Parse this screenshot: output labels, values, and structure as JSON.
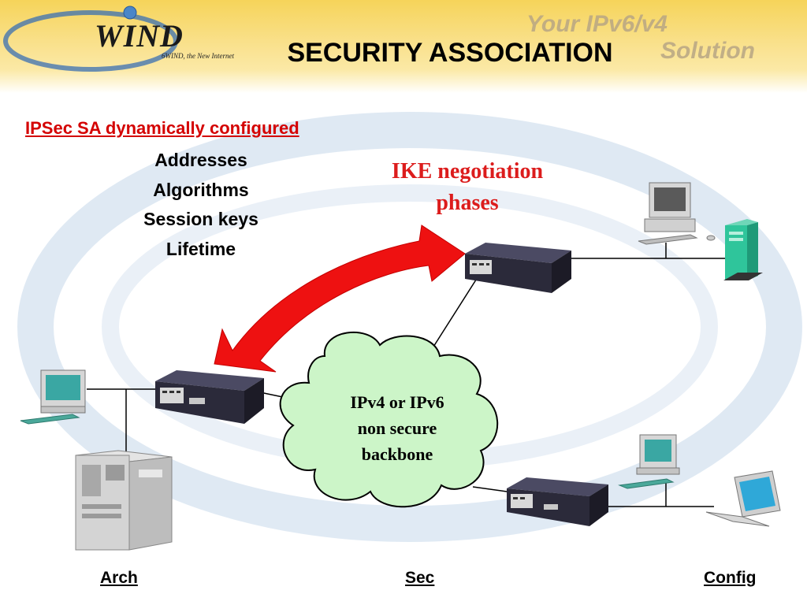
{
  "header": {
    "logo_text": "WIND",
    "logo_tagline": "6WIND, the New Internet",
    "title": "SECURITY ASSOCIATION",
    "brand_line1": "Your IPv6/v4",
    "brand_line2": "Solution"
  },
  "subtitle": "IPSec SA dynamically configured",
  "sa_parameters": [
    "Addresses",
    "Algorithms",
    "Session keys",
    "Lifetime"
  ],
  "ike_label": [
    "IKE negotiation",
    "phases"
  ],
  "cloud_label": [
    "IPv4 or IPv6",
    "non secure",
    "backbone"
  ],
  "footer": {
    "arch": "Arch",
    "sec": "Sec",
    "config": "Config"
  },
  "colors": {
    "title_red": "#d40000",
    "arrow_red": "#ee1111",
    "cloud_fill": "#ccf5c8",
    "router_body": "#2b2a3a",
    "monitor_screen": "#3aa7a3"
  }
}
